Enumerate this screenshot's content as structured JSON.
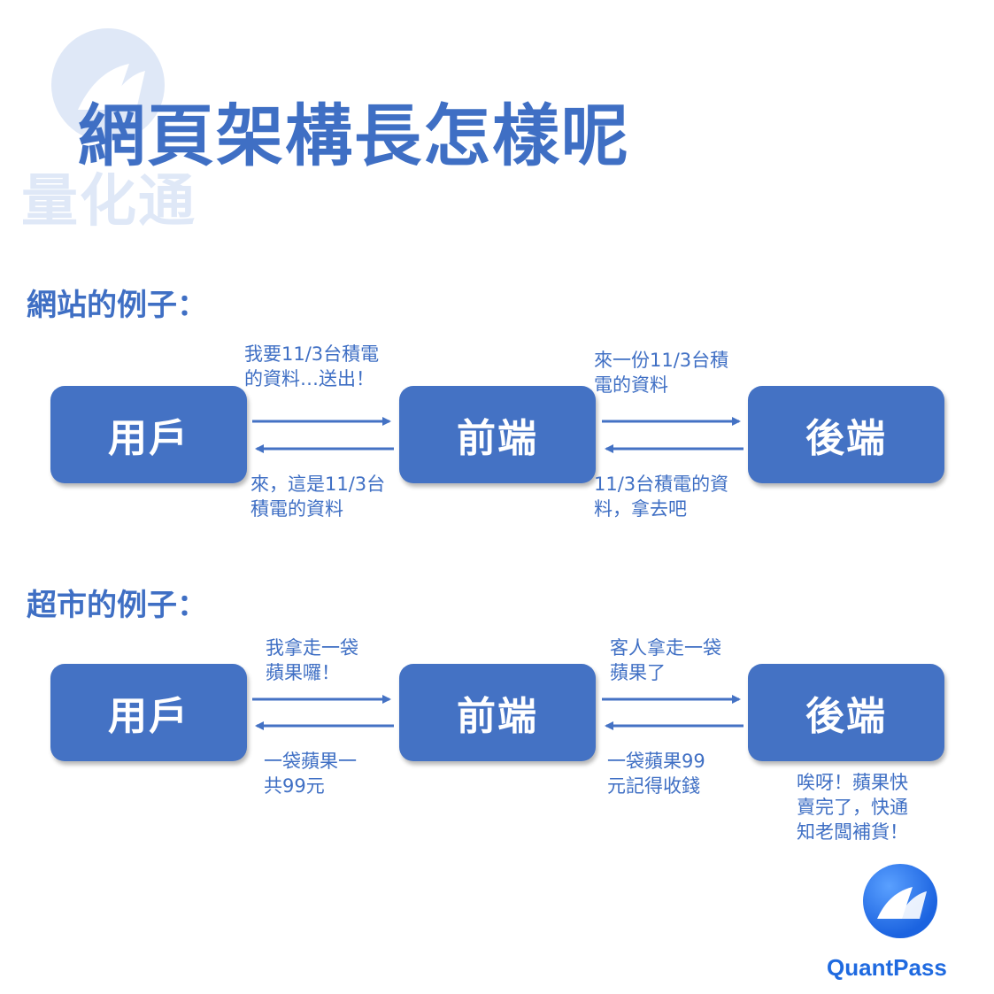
{
  "title": "網頁架構長怎樣呢",
  "watermark": {
    "text": "量化通"
  },
  "logo": {
    "brand": "QuantPass"
  },
  "colors": {
    "accent": "#4472c4",
    "text_blue": "#3f6fc4",
    "watermark": "#dfe8f7"
  },
  "diagrams": [
    {
      "heading": "網站的例子：",
      "nodes": [
        "用戶",
        "前端",
        "後端"
      ],
      "notes": {
        "user_to_front": "我要11/3台積電\n的資料…送出！",
        "front_to_user": "來，這是11/3台\n積電的資料",
        "front_to_back": "來一份11/3台積\n電的資料",
        "back_to_front": "11/3台積電的資\n料，拿去吧"
      }
    },
    {
      "heading": "超市的例子：",
      "nodes": [
        "用戶",
        "前端",
        "後端"
      ],
      "notes": {
        "user_to_front": "我拿走一袋\n蘋果囉！",
        "front_to_user": "一袋蘋果一\n共99元",
        "front_to_back": "客人拿走一袋\n蘋果了",
        "back_to_front": "一袋蘋果99\n元記得收錢",
        "backend_note": "唉呀！蘋果快\n賣完了，快通\n知老闆補貨！"
      }
    }
  ]
}
